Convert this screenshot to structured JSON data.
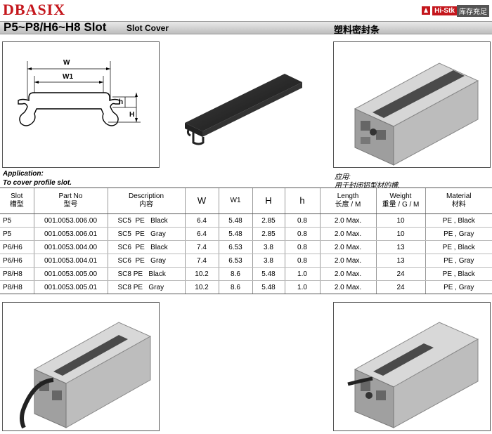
{
  "brand": "DBASIX",
  "badge": {
    "hi": "Hi-Stk",
    "stock": "库存充足"
  },
  "title": {
    "main": "P5~P8/H6~H8 Slot",
    "sub": "Slot Cover",
    "cn": "塑料密封条"
  },
  "drawing": {
    "w": "W",
    "w1": "W1",
    "h": "h",
    "H": "H"
  },
  "application": {
    "en_label": "Application:",
    "en_text": "To cover profile slot.",
    "cn_label": "应用:",
    "cn_text": "用于封闭铝型材的槽."
  },
  "table": {
    "headers": [
      {
        "en": "Slot",
        "cn": "槽型"
      },
      {
        "en": "Part No",
        "cn": "型号"
      },
      {
        "en": "Description",
        "cn": "内容"
      },
      {
        "en": "W",
        "cn": ""
      },
      {
        "en": "W1",
        "cn": ""
      },
      {
        "en": "H",
        "cn": ""
      },
      {
        "en": "h",
        "cn": ""
      },
      {
        "en": "Length",
        "cn": "长度 / M"
      },
      {
        "en": "Weight",
        "cn": "重量 / G / M"
      },
      {
        "en": "Material",
        "cn": "材料"
      }
    ],
    "rows": [
      [
        "P5",
        "001.0053.006.00",
        "SC5  PE   Black",
        "6.4",
        "5.48",
        "2.85",
        "0.8",
        "2.0 Max.",
        "10",
        "PE , Black"
      ],
      [
        "P5",
        "001.0053.006.01",
        "SC5  PE   Gray",
        "6.4",
        "5.48",
        "2.85",
        "0.8",
        "2.0 Max.",
        "10",
        "PE , Gray"
      ],
      [
        "P6/H6",
        "001.0053.004.00",
        "SC6  PE   Black",
        "7.4",
        "6.53",
        "3.8",
        "0.8",
        "2.0 Max.",
        "13",
        "PE , Black"
      ],
      [
        "P6/H6",
        "001.0053.004.01",
        "SC6  PE   Gray",
        "7.4",
        "6.53",
        "3.8",
        "0.8",
        "2.0 Max.",
        "13",
        "PE , Gray"
      ],
      [
        "P8/H8",
        "001.0053.005.00",
        "SC8 PE   Black",
        "10.2",
        "8.6",
        "5.48",
        "1.0",
        "2.0 Max.",
        "24",
        "PE , Black"
      ],
      [
        "P8/H8",
        "001.0053.005.01",
        "SC8 PE   Gray",
        "10.2",
        "8.6",
        "5.48",
        "1.0",
        "2.0 Max.",
        "24",
        "PE , Gray"
      ]
    ]
  }
}
